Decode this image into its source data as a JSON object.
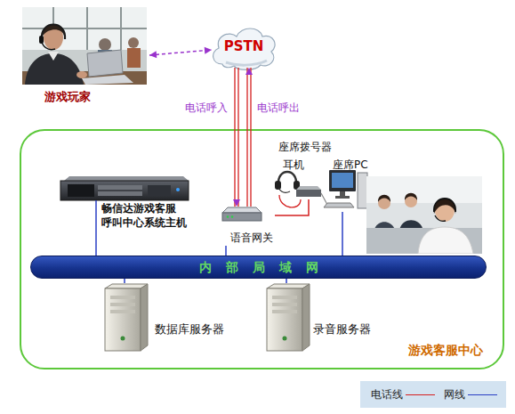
{
  "diagram": {
    "nodes": [
      {
        "text": [
          "游戏玩家"
        ]
      },
      {
        "text": [
          "PSTN"
        ]
      },
      {
        "text": [
          "游戏客服中心"
        ]
      },
      {
        "text": [
          "畅信达游戏客服 呼叫中心系统主机"
        ],
        "in": 2
      },
      {
        "text": [
          "语音网关"
        ],
        "in": 2
      },
      {
        "text": [
          "座席拨号器"
        ],
        "in": 2
      },
      {
        "text": [
          "耳机"
        ],
        "in": 2
      },
      {
        "text": [
          "座席PC"
        ],
        "in": 2
      },
      {
        "text": [
          "内部局域网"
        ],
        "in": 2
      },
      {
        "text": [
          "数据库服务器"
        ],
        "in": 2
      },
      {
        "text": [
          "录音服务器"
        ],
        "in": 2
      }
    ],
    "edges": [
      {
        "from": 0,
        "to": 1,
        "arrow": "both"
      },
      {
        "from": 1,
        "to": 4,
        "label": "电话呼入",
        "arrow": "to"
      },
      {
        "from": 4,
        "to": 1,
        "label": "电话呼出",
        "arrow": "to"
      },
      {
        "from": 4,
        "to": 5,
        "arrow": "none"
      },
      {
        "from": 6,
        "to": 5,
        "arrow": "none"
      },
      {
        "from": 3,
        "to": 8,
        "arrow": "none"
      },
      {
        "from": 4,
        "to": 8,
        "arrow": "none"
      },
      {
        "from": 7,
        "to": 8,
        "arrow": "none"
      },
      {
        "from": 9,
        "to": 8,
        "arrow": "none"
      },
      {
        "from": 10,
        "to": 8,
        "arrow": "none"
      }
    ],
    "legend": [
      {
        "text": "电话线"
      },
      {
        "text": "网线"
      }
    ]
  }
}
